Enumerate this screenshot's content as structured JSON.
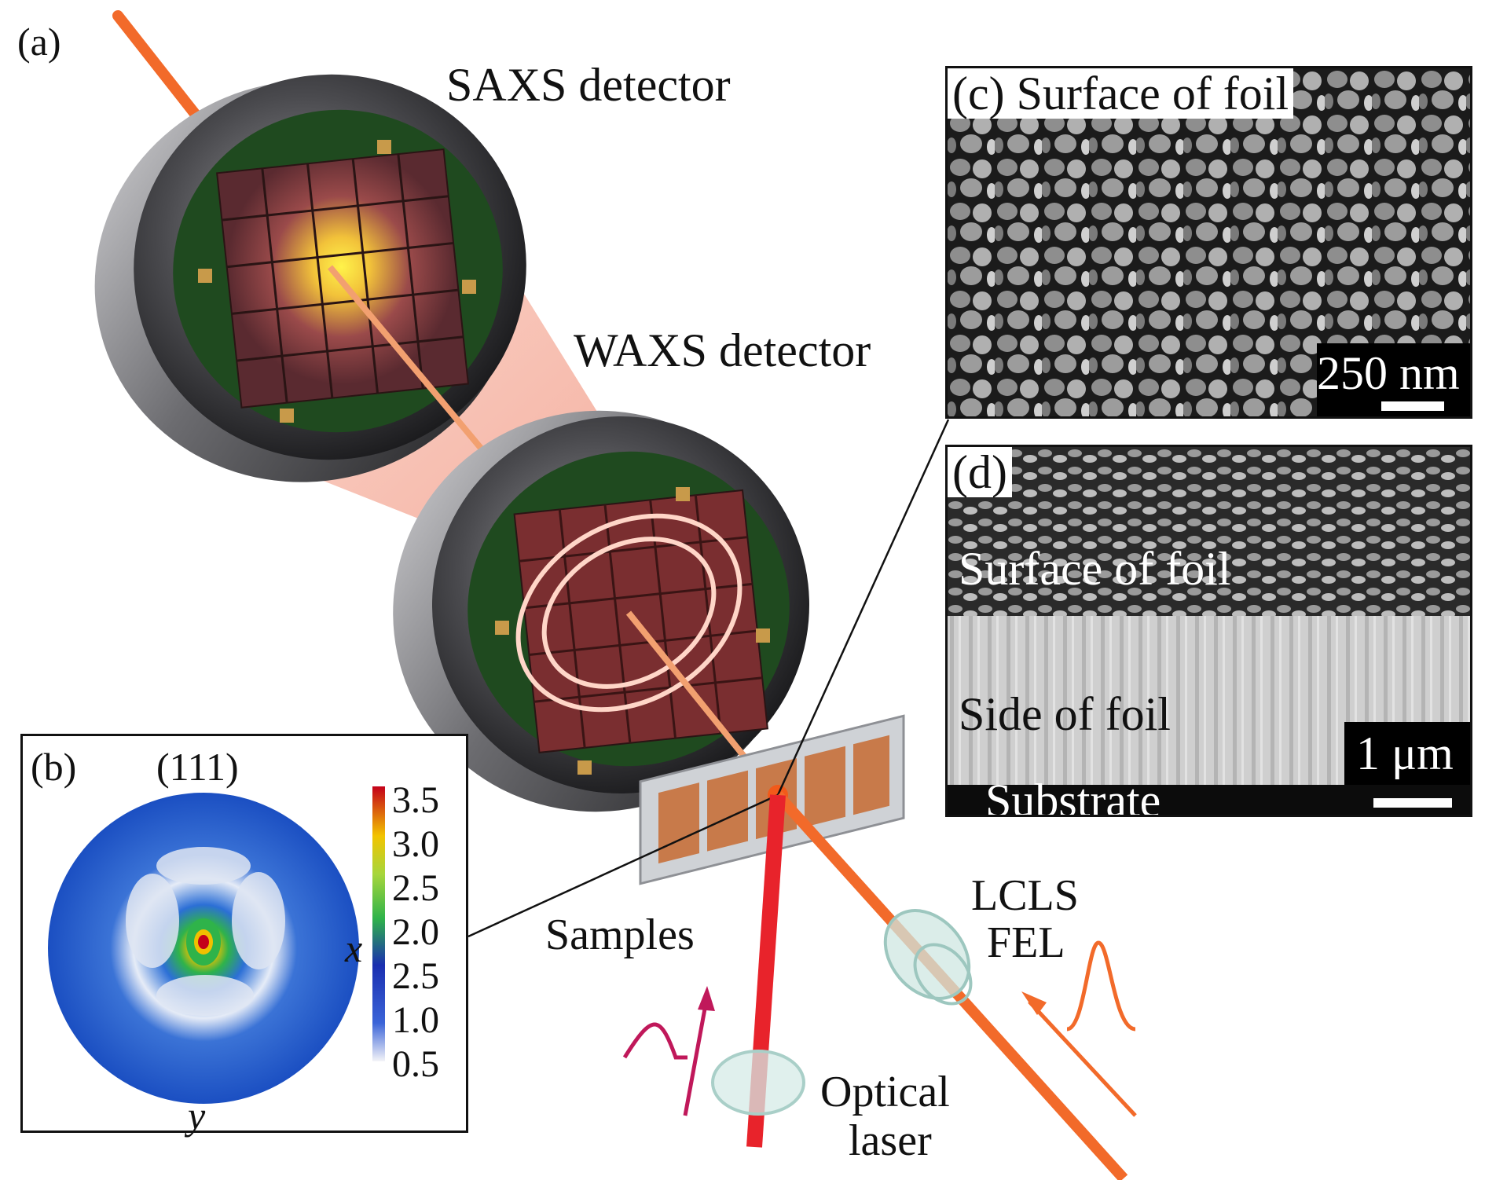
{
  "panels": {
    "a": {
      "letter": "(a)"
    },
    "b": {
      "letter": "(b)",
      "title": "(111)",
      "axis_x": "x",
      "axis_y": "y",
      "colorbar_ticks": [
        "3.5",
        "3.0",
        "2.5",
        "2.0",
        "2.5",
        "1.0",
        "0.5"
      ]
    },
    "c": {
      "letter": "(c)",
      "caption": "Surface of foil",
      "scale": "250 nm"
    },
    "d": {
      "letter": "(d)",
      "top_label": "Surface of foil",
      "mid_label": "Side of foil",
      "bottom_label": "Substrate",
      "scale": "1 μm"
    }
  },
  "labels": {
    "saxs": "SAXS detector",
    "waxs": "WAXS detector",
    "samples": "Samples",
    "lcls_line1": "LCLS",
    "lcls_line2": "FEL",
    "optical_line1": "Optical",
    "optical_line2": "laser"
  },
  "colors": {
    "fel_beam": "#f26a2a",
    "optical_beam": "#e8232b",
    "detector_housing": "#3a3a3c",
    "sample_copper": "#c87a4a"
  }
}
